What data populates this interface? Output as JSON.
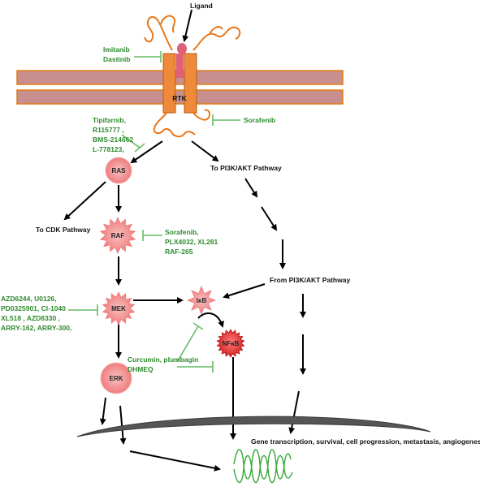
{
  "colors": {
    "membrane_fill": "#c98f8f",
    "membrane_stroke": "#e07d10",
    "receptor": "#ee8a3a",
    "receptor_stroke": "#b85d10",
    "ligand": "#e7771a",
    "ligand_tip": "#e0607a",
    "inhibitor_text": "#2e8b2e",
    "inhibitor_line": "#66bb66",
    "node_fill": "#f07a7a",
    "node_light": "#f6b3b3",
    "nfkb": "#e02020",
    "nucleus": "#555555",
    "dna": "#3aa83a",
    "arrow": "#000000"
  },
  "labels": {
    "ligand": "Ligand",
    "rtk": "RTK",
    "ras": "RAS",
    "raf": "RAF",
    "mek": "MEK",
    "erk": "ERK",
    "ikb": "IκB",
    "nfkb": "NFκB",
    "to_pi3k": "To PI3K/AKT Pathway",
    "from_pi3k": "From PI3K/AKT Pathway",
    "to_cdk": "To CDK Pathway",
    "gene_transcription": "Gene transcription, survival, cell progression, metastasis, angiogenesis, etc."
  },
  "inhibitors": {
    "rtk": [
      "Imitanib",
      "Dastinib"
    ],
    "sorafenib_rtk": "Sorafenib",
    "ras": [
      "Tipifarnib,",
      "R115777 ,",
      "BMS-214662",
      "L-778123,"
    ],
    "raf": [
      "Sorafenib,",
      "PLX4032, XL281",
      "RAF-265"
    ],
    "mek": [
      "AZD6244, U0126,",
      "PD0325901, CI-1040",
      "XL518 , AZD8330 ,",
      "ARRY-162, ARRY-300,"
    ],
    "nfkb": [
      "Curcumin, plumbagin",
      "DHMEQ"
    ]
  },
  "icons": {
    "membrane": "cell-membrane",
    "receptor": "receptor-tyrosine-kinase",
    "nucleus": "nuclear-envelope",
    "dna": "dna-strand"
  }
}
